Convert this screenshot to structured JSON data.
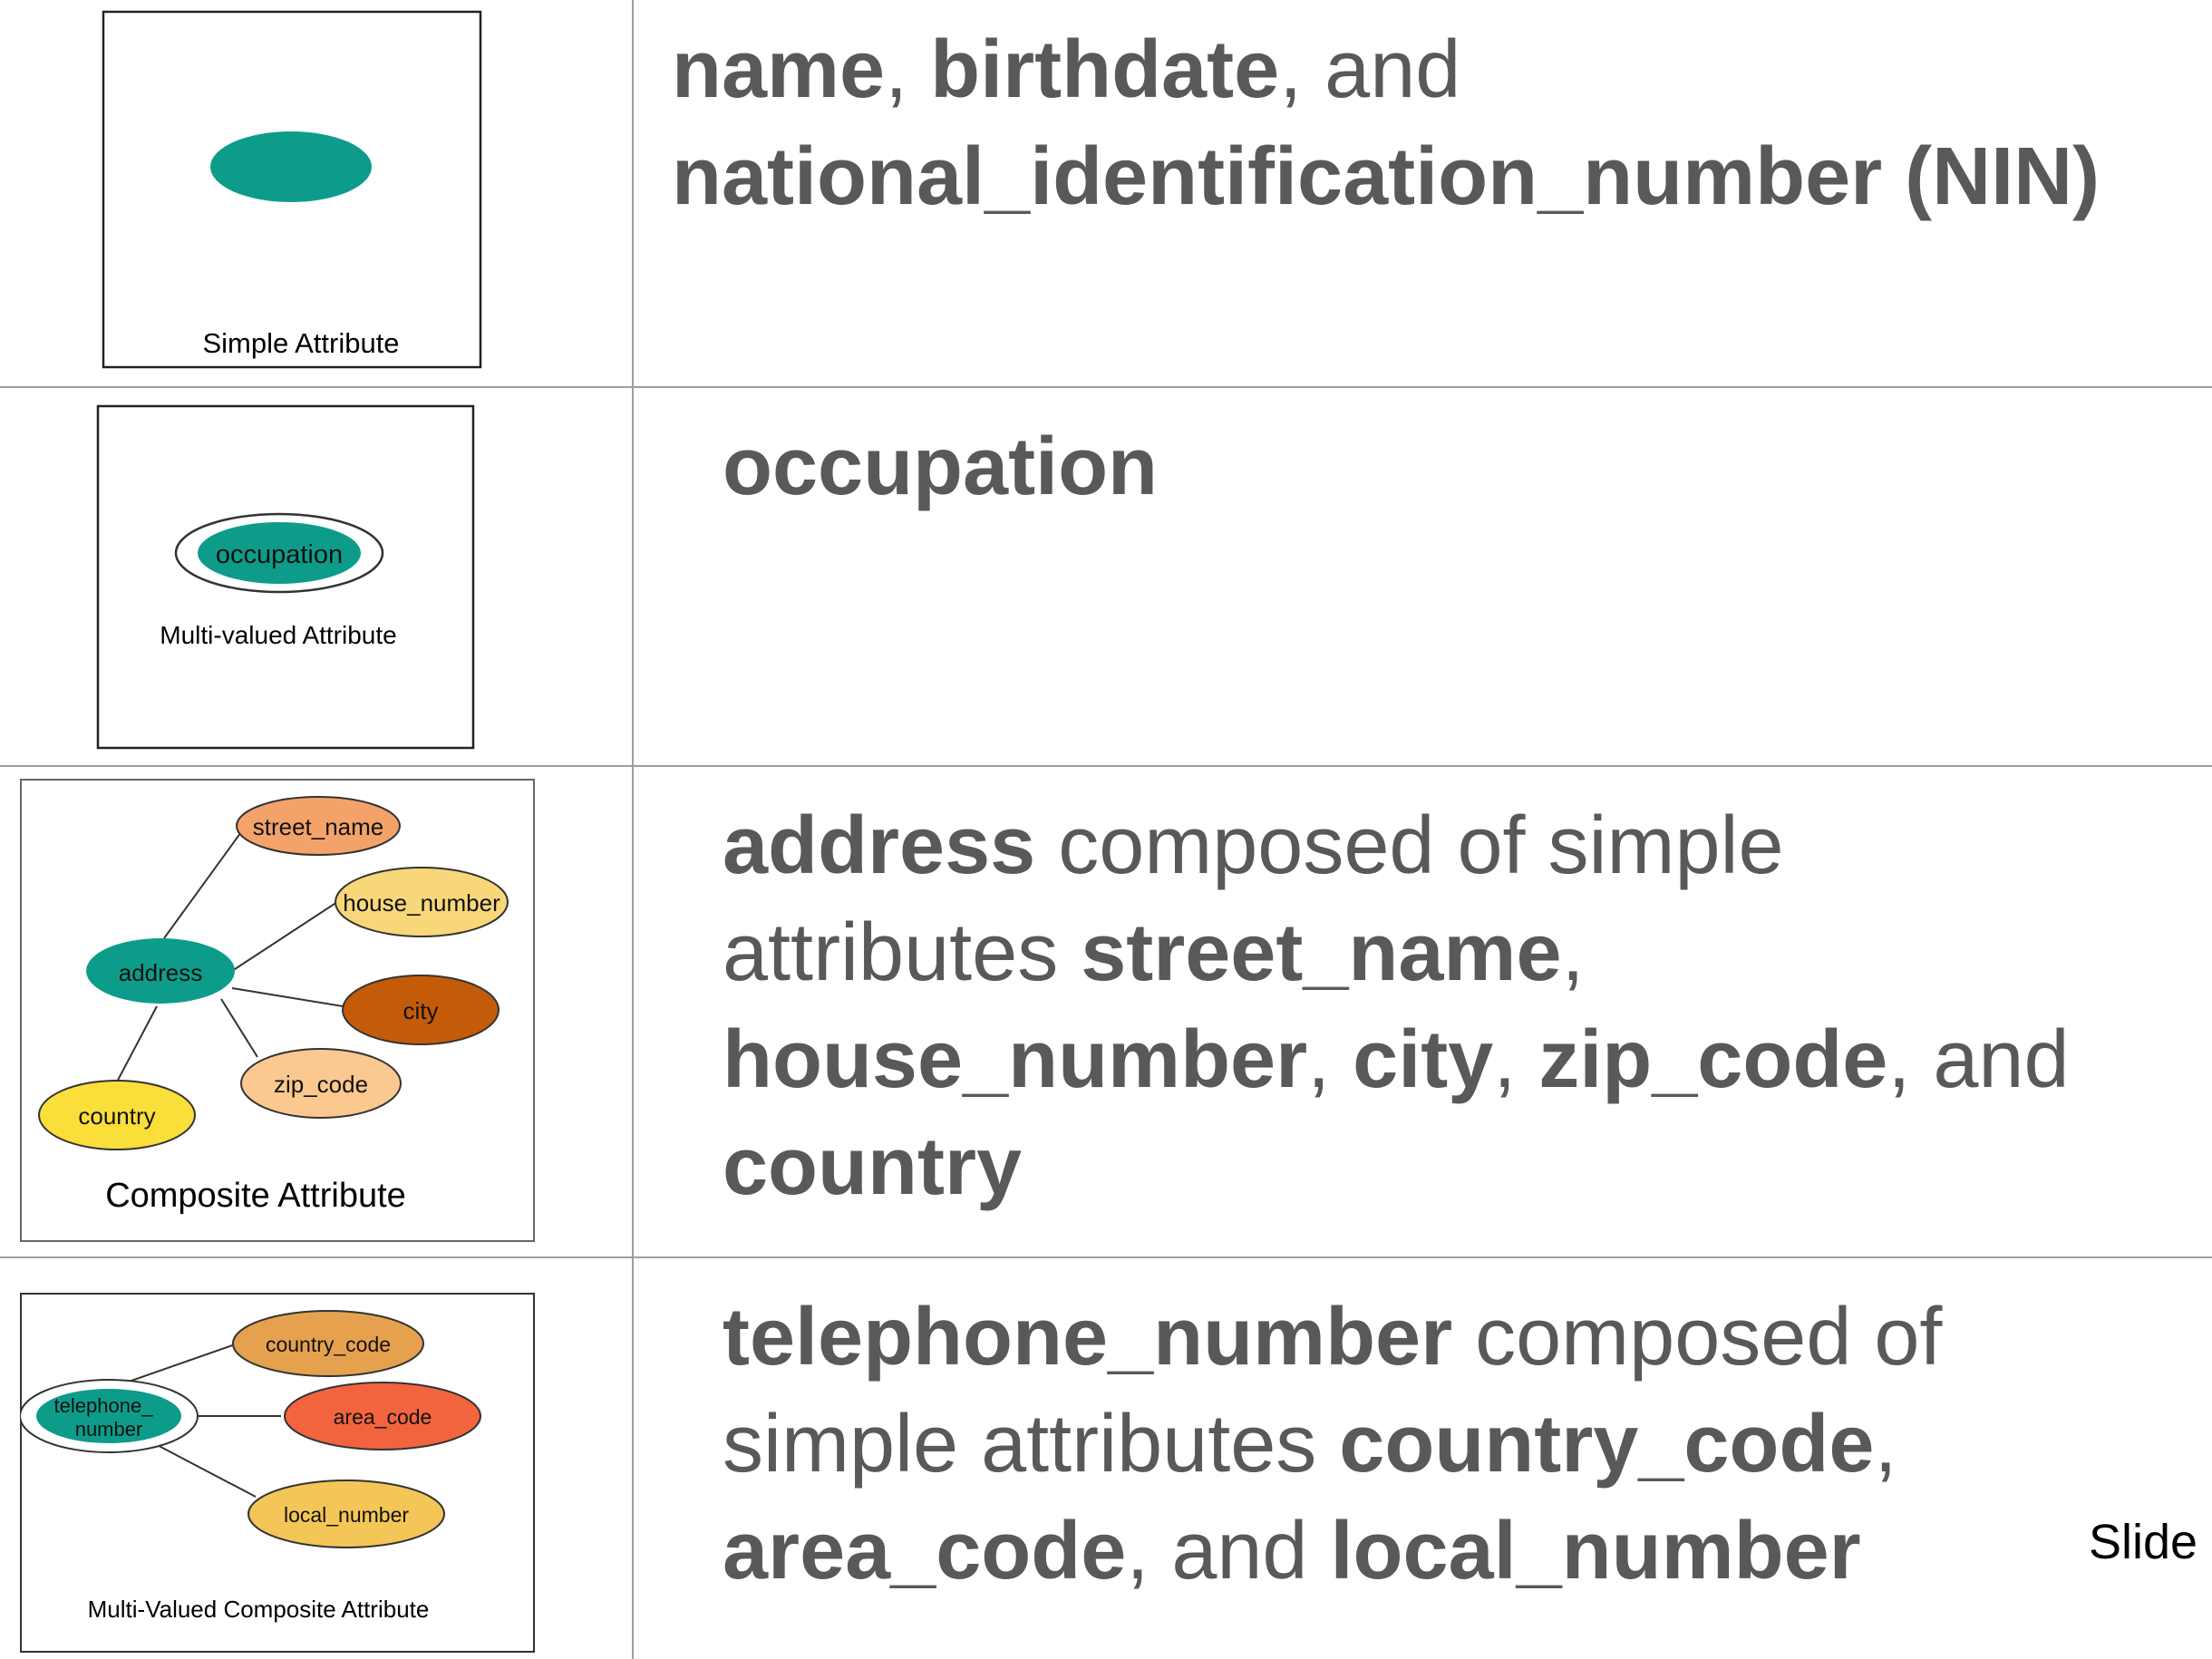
{
  "colors": {
    "teal": "#0d9c8a",
    "salmon": "#f3a36a",
    "light_yellow": "#f8d77a",
    "brown": "#c45b09",
    "peach": "#fbc88f",
    "yellow": "#fade3a",
    "orange_tan": "#e6a14e",
    "red_orange": "#f2643e",
    "gold": "#f4c657",
    "text_gray": "#595959"
  },
  "rows": [
    {
      "figure": {
        "caption": "Simple Attribute"
      },
      "description": {
        "p1": "name",
        "p2": ", ",
        "p3": "birthdate",
        "p4": ", and",
        "p5": "national_identification_number (NIN)"
      }
    },
    {
      "figure": {
        "caption": "Multi-valued Attribute",
        "node": "occupation"
      },
      "description": {
        "p1": "occupation"
      }
    },
    {
      "figure": {
        "caption": "Composite Attribute",
        "nodes": {
          "address": "address",
          "street_name": "street_name",
          "house_number": "house_number",
          "city": "city",
          "zip_code": "zip_code",
          "country": "country"
        }
      },
      "description": {
        "p1": "address",
        "p2": " composed of simple",
        "p3": "attributes ",
        "p4": "street_name",
        "p5": ",",
        "p6": "house_number",
        "p7": ", ",
        "p8": "city",
        "p9": ", ",
        "p10": "zip_code",
        "p11": ", and",
        "p12": "country"
      }
    },
    {
      "figure": {
        "caption": "Multi-Valued Composite Attribute",
        "nodes": {
          "telephone_line1": "telephone_",
          "telephone_line2": "number",
          "country_code": "country_code",
          "area_code": "area_code",
          "local_number": "local_number"
        }
      },
      "description": {
        "p1": "telephone_number",
        "p2": " composed of",
        "p3": "simple attributes ",
        "p4": "country_code",
        "p5": ",",
        "p6": "area_code",
        "p7": ", and ",
        "p8": "local_number"
      }
    }
  ],
  "footer": {
    "slide_label": "Slide"
  }
}
